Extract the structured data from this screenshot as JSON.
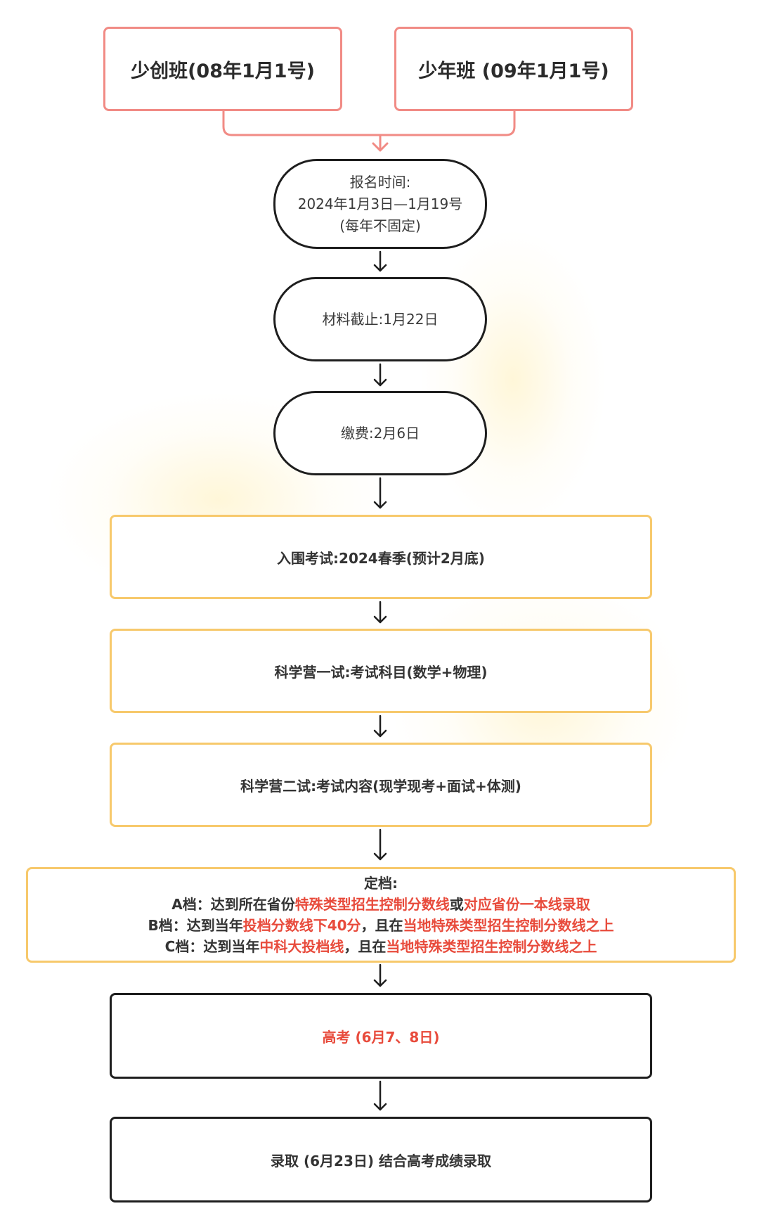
{
  "top_left": "少创班(08年1月1号)",
  "top_right": "少年班 (09年1月1号)",
  "registration": {
    "line1": "报名时间:",
    "line2": "2024年1月3日—1月19号",
    "line3": "(每年不固定)"
  },
  "materials": "材料截止:1月22日",
  "payment": "缴费:2月6日",
  "entrance_exam": "入围考试:2024春季(预计2月底)",
  "camp_round1": "科学营一试:考试科目(数学+物理)",
  "camp_round2": "科学营二试:考试内容(现学现考+面试+体测)",
  "tiers": {
    "title": "定档:",
    "a": {
      "prefix": "A档：达到所在省份",
      "red1": "特殊类型招生控制分数线",
      "mid": "或",
      "red2": "对应省份一本线录取"
    },
    "b": {
      "prefix": "B档：达到当年",
      "red1": "投档分数线下40分",
      "mid": "，且在",
      "red2": "当地特殊类型招生控制分数线之上"
    },
    "c": {
      "prefix": "C档：达到当年",
      "red1": "中科大投档线",
      "mid": "，且在",
      "red2": "当地特殊类型招生控制分数线之上"
    }
  },
  "gaokao": "高考 (6月7、8日)",
  "admission": "录取 (6月23日) 结合高考成绩录取",
  "colors": {
    "pink_border": "#f18b85",
    "yellow_border": "#f7c96c",
    "dark_border": "#1e1e1e",
    "highlight_red": "#e84b3c"
  }
}
